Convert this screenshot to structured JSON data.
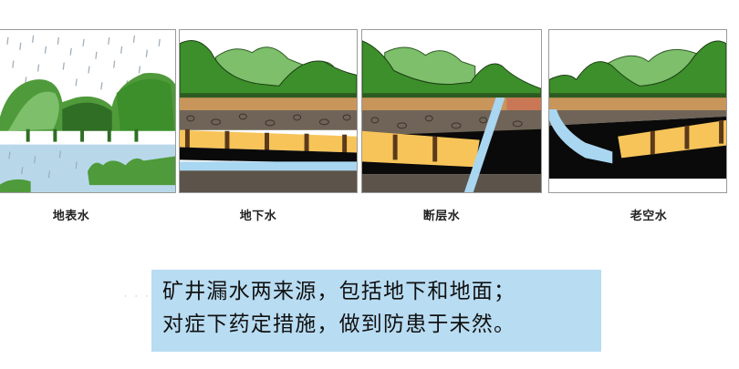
{
  "panels": [
    {
      "id": "surface-water",
      "caption": "地表水",
      "scene": "rain over trees and lake"
    },
    {
      "id": "groundwater",
      "caption": "地下水",
      "scene": "aquifer layer below coal seam"
    },
    {
      "id": "fault-water",
      "caption": "断层水",
      "scene": "water rising through fault"
    },
    {
      "id": "old-goaf-water",
      "caption": "老空水",
      "scene": "water from abandoned workings"
    }
  ],
  "callout": {
    "line1": "矿井漏水两来源，包括地下和地面；",
    "line2": "对症下药定措施，做到防患于未然。"
  },
  "decor": {
    "dots": "· · · ·"
  },
  "colors": {
    "callout_bg": "#b8dcf2",
    "green_dark": "#3c8f2a",
    "green_light": "#7dbf6b",
    "soil": "#c8955a",
    "rock": "#6f6457",
    "coal_seam": "#f7c45a",
    "water": "#a9d6f0"
  }
}
